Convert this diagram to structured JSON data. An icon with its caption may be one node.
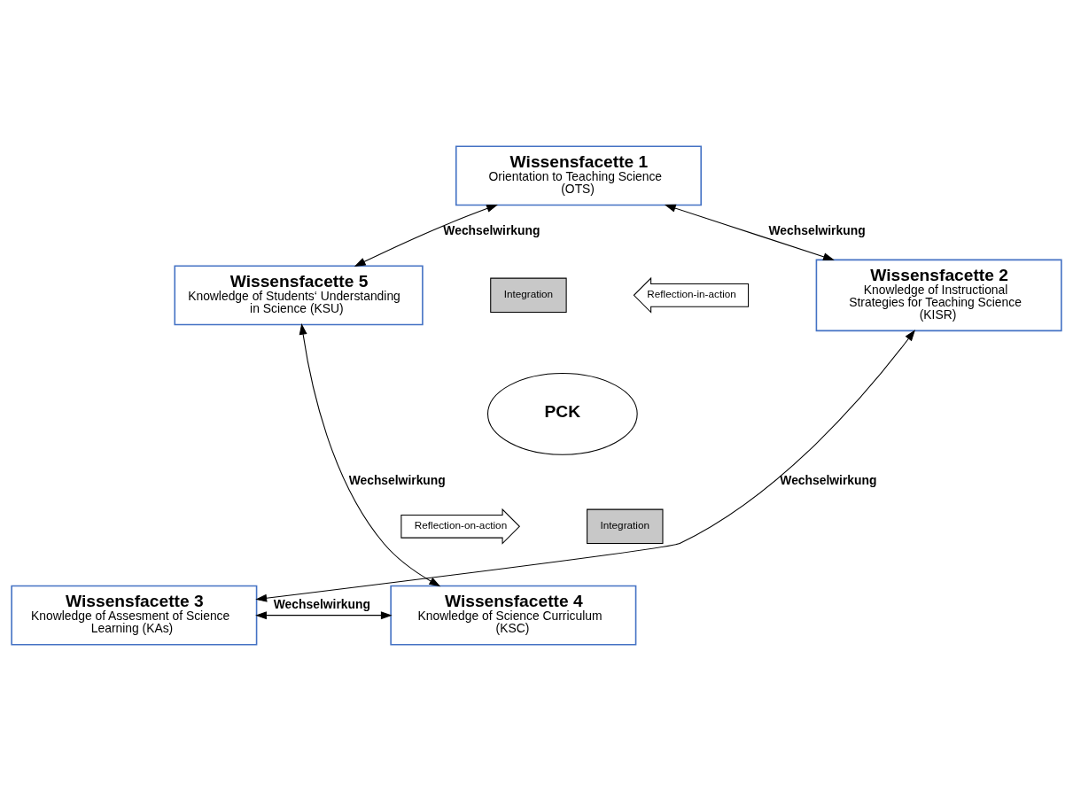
{
  "diagram": {
    "nodes": [
      {
        "text": [
          "Wissensfacette 1",
          "Orientation to Teaching Science (OTS)"
        ]
      },
      {
        "text": [
          "Wissensfacette 2",
          "Knowledge of Instructional Strategies for Teaching Science (KISR)"
        ]
      },
      {
        "text": [
          "Wissensfacette 3",
          "Knowledge of Assesment of Science Learning (KAs)"
        ]
      },
      {
        "text": [
          "Wissensfacette 4",
          "Knowledge of Science Curriculum (KSC)"
        ]
      },
      {
        "text": [
          "Wissensfacette 5",
          "Knowledge of Students‘ Understanding in Science (KSU)"
        ]
      },
      {
        "text": [
          "PCK"
        ]
      },
      {
        "text": [
          "Integration"
        ]
      },
      {
        "text": [
          "Reflection-in-action"
        ]
      },
      {
        "text": [
          "Integration"
        ]
      },
      {
        "text": [
          "Reflection-on-action"
        ]
      }
    ],
    "edges": [
      {
        "from": 0,
        "to": 1,
        "arrow": "both",
        "label": "Wechselwirkung"
      },
      {
        "from": 1,
        "to": 2,
        "arrow": "both",
        "label": "Wechselwirkung"
      },
      {
        "from": 2,
        "to": 3,
        "arrow": "both",
        "label": "Wechselwirkung"
      },
      {
        "from": 3,
        "to": 4,
        "arrow": "both",
        "label": "Wechselwirkung"
      },
      {
        "from": 4,
        "to": 0,
        "arrow": "both",
        "label": "Wechselwirkung"
      }
    ]
  }
}
